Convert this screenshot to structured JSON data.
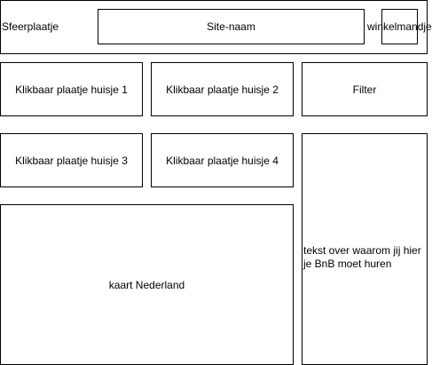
{
  "header": {
    "left_label": "Sfeerplaatje",
    "site_name": "Site-naam",
    "cart_label": "winkelmandje"
  },
  "houses": [
    {
      "label": "Klikbaar plaatje huisje 1"
    },
    {
      "label": "Klikbaar plaatje huisje 2"
    },
    {
      "label": "Klikbaar plaatje huisje 3"
    },
    {
      "label": "Klikbaar plaatje huisje 4"
    }
  ],
  "filter": {
    "label": "Filter"
  },
  "map": {
    "label": "kaart Nederland"
  },
  "side_text": {
    "label": "tekst over waarom jij hier je BnB moet huren"
  }
}
